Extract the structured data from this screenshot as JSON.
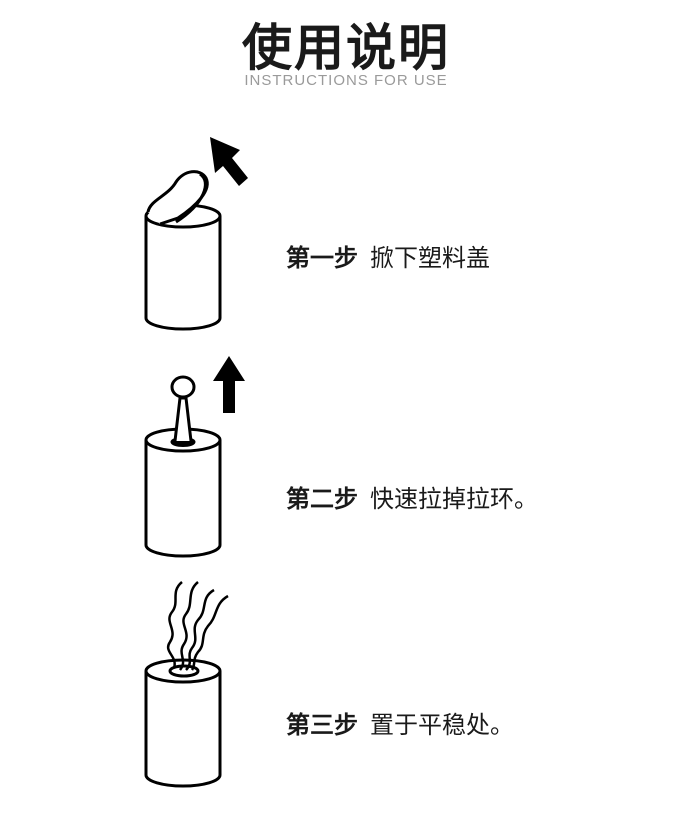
{
  "header": {
    "title": "使用说明",
    "subtitle": "INSTRUCTIONS FOR USE"
  },
  "steps": [
    {
      "label": "第一步",
      "text": "掀下塑料盖",
      "icon": "can-lid-removal-icon"
    },
    {
      "label": "第二步",
      "text": "快速拉掉拉环。",
      "icon": "can-pull-ring-icon"
    },
    {
      "label": "第三步",
      "text": "置于平稳处。",
      "icon": "can-smoke-icon"
    }
  ]
}
